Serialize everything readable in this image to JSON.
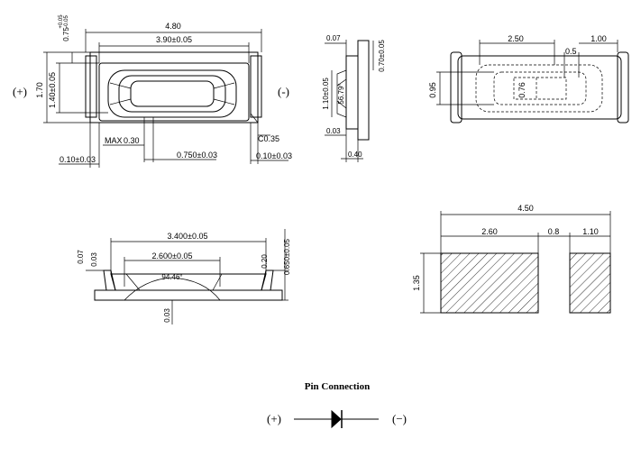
{
  "top_view": {
    "overall_length": "4.80",
    "lens_length": "3.90±0.05",
    "lead_height": "0.75",
    "lead_height_tol_plus": "+0.05",
    "lead_height_tol_minus": "-0.05",
    "body_height": "1.70",
    "lens_height": "1.40±0.05",
    "max_label": "MAX",
    "max_value": "0.30",
    "chamfer": "C0.35",
    "left_gap": "0.10±0.03",
    "center_offset": "0.750±0.03",
    "right_gap": "0.10±0.03",
    "anode_label": "(+)",
    "cathode_label": "(-)"
  },
  "side_view": {
    "top_thickness": "0.07",
    "lead_depth": "0.70±0.05",
    "lens_height": "1.10±0.05",
    "angle": "56.79°",
    "bottom_thickness": "0.03",
    "width": "0.40"
  },
  "bottom_view": {
    "pad_span": "2.50",
    "pad_width": "1.00",
    "gap": "0.5",
    "pad_height": "0.95",
    "inner_height": "0.76"
  },
  "front_view": {
    "top_length": "3.400±0.05",
    "inner_length": "2.600±0.05",
    "angle": "94.46°",
    "left_top": "0.07",
    "left_step": "0.03",
    "bottom_step": "0.03",
    "right_step": "0.20",
    "total_height": "0.650±0.05"
  },
  "pad_layout": {
    "total_length": "4.50",
    "large_pad": "2.60",
    "gap": "0.8",
    "small_pad": "1.10",
    "height": "1.35"
  },
  "pin_connection": {
    "title": "Pin Connection",
    "anode": "(+)",
    "cathode": "(−)"
  }
}
